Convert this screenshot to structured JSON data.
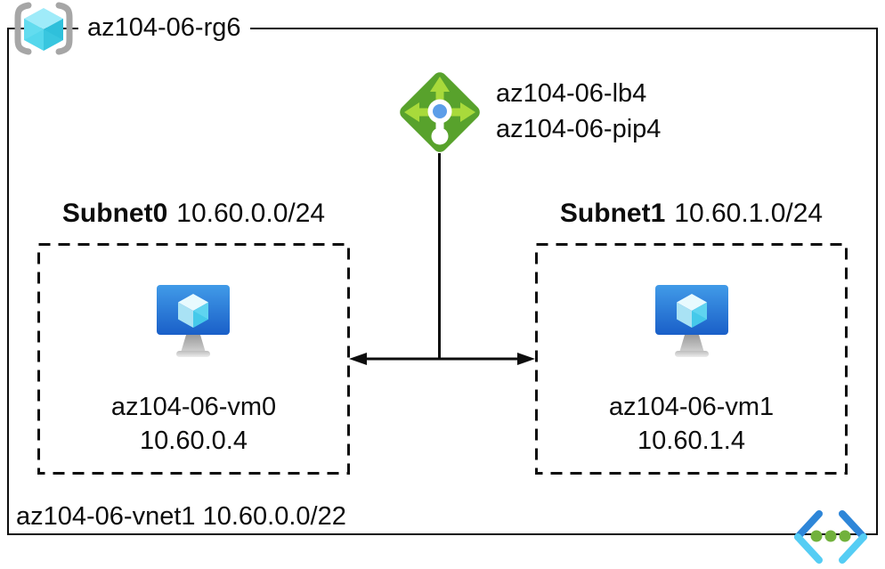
{
  "diagram": {
    "resource_group": "az104-06-rg6",
    "load_balancer": "az104-06-lb4",
    "public_ip": "az104-06-pip4",
    "vnet_label": "az104-06-vnet1 10.60.0.0/22",
    "subnets": [
      {
        "name": "Subnet0",
        "cidr": "10.60.0.0/24",
        "vm": "az104-06-vm0",
        "ip": "10.60.0.4"
      },
      {
        "name": "Subnet1",
        "cidr": "10.60.1.0/24",
        "vm": "az104-06-vm1",
        "ip": "10.60.1.4"
      }
    ],
    "colors": {
      "border_black": "#0d0d0d",
      "lb_diamond_green": "#58A22C",
      "lb_arrow_green": "#A8DA3B",
      "lb_dot_blue": "#5C9EE8",
      "vm_screen_top": "#419BE8",
      "vm_screen_bottom": "#1A5FC8",
      "cube_cyan_light": "#9FEBF9",
      "cube_cyan_mid": "#55D7EC",
      "cube_cyan_dark": "#38C6DF",
      "rg_bracket_gray": "#A6A6A6",
      "vnet_chevron_blue": "#2E86D8",
      "vnet_chevron_cyan": "#55CDF4",
      "vnet_dot_green": "#71B13C"
    }
  }
}
